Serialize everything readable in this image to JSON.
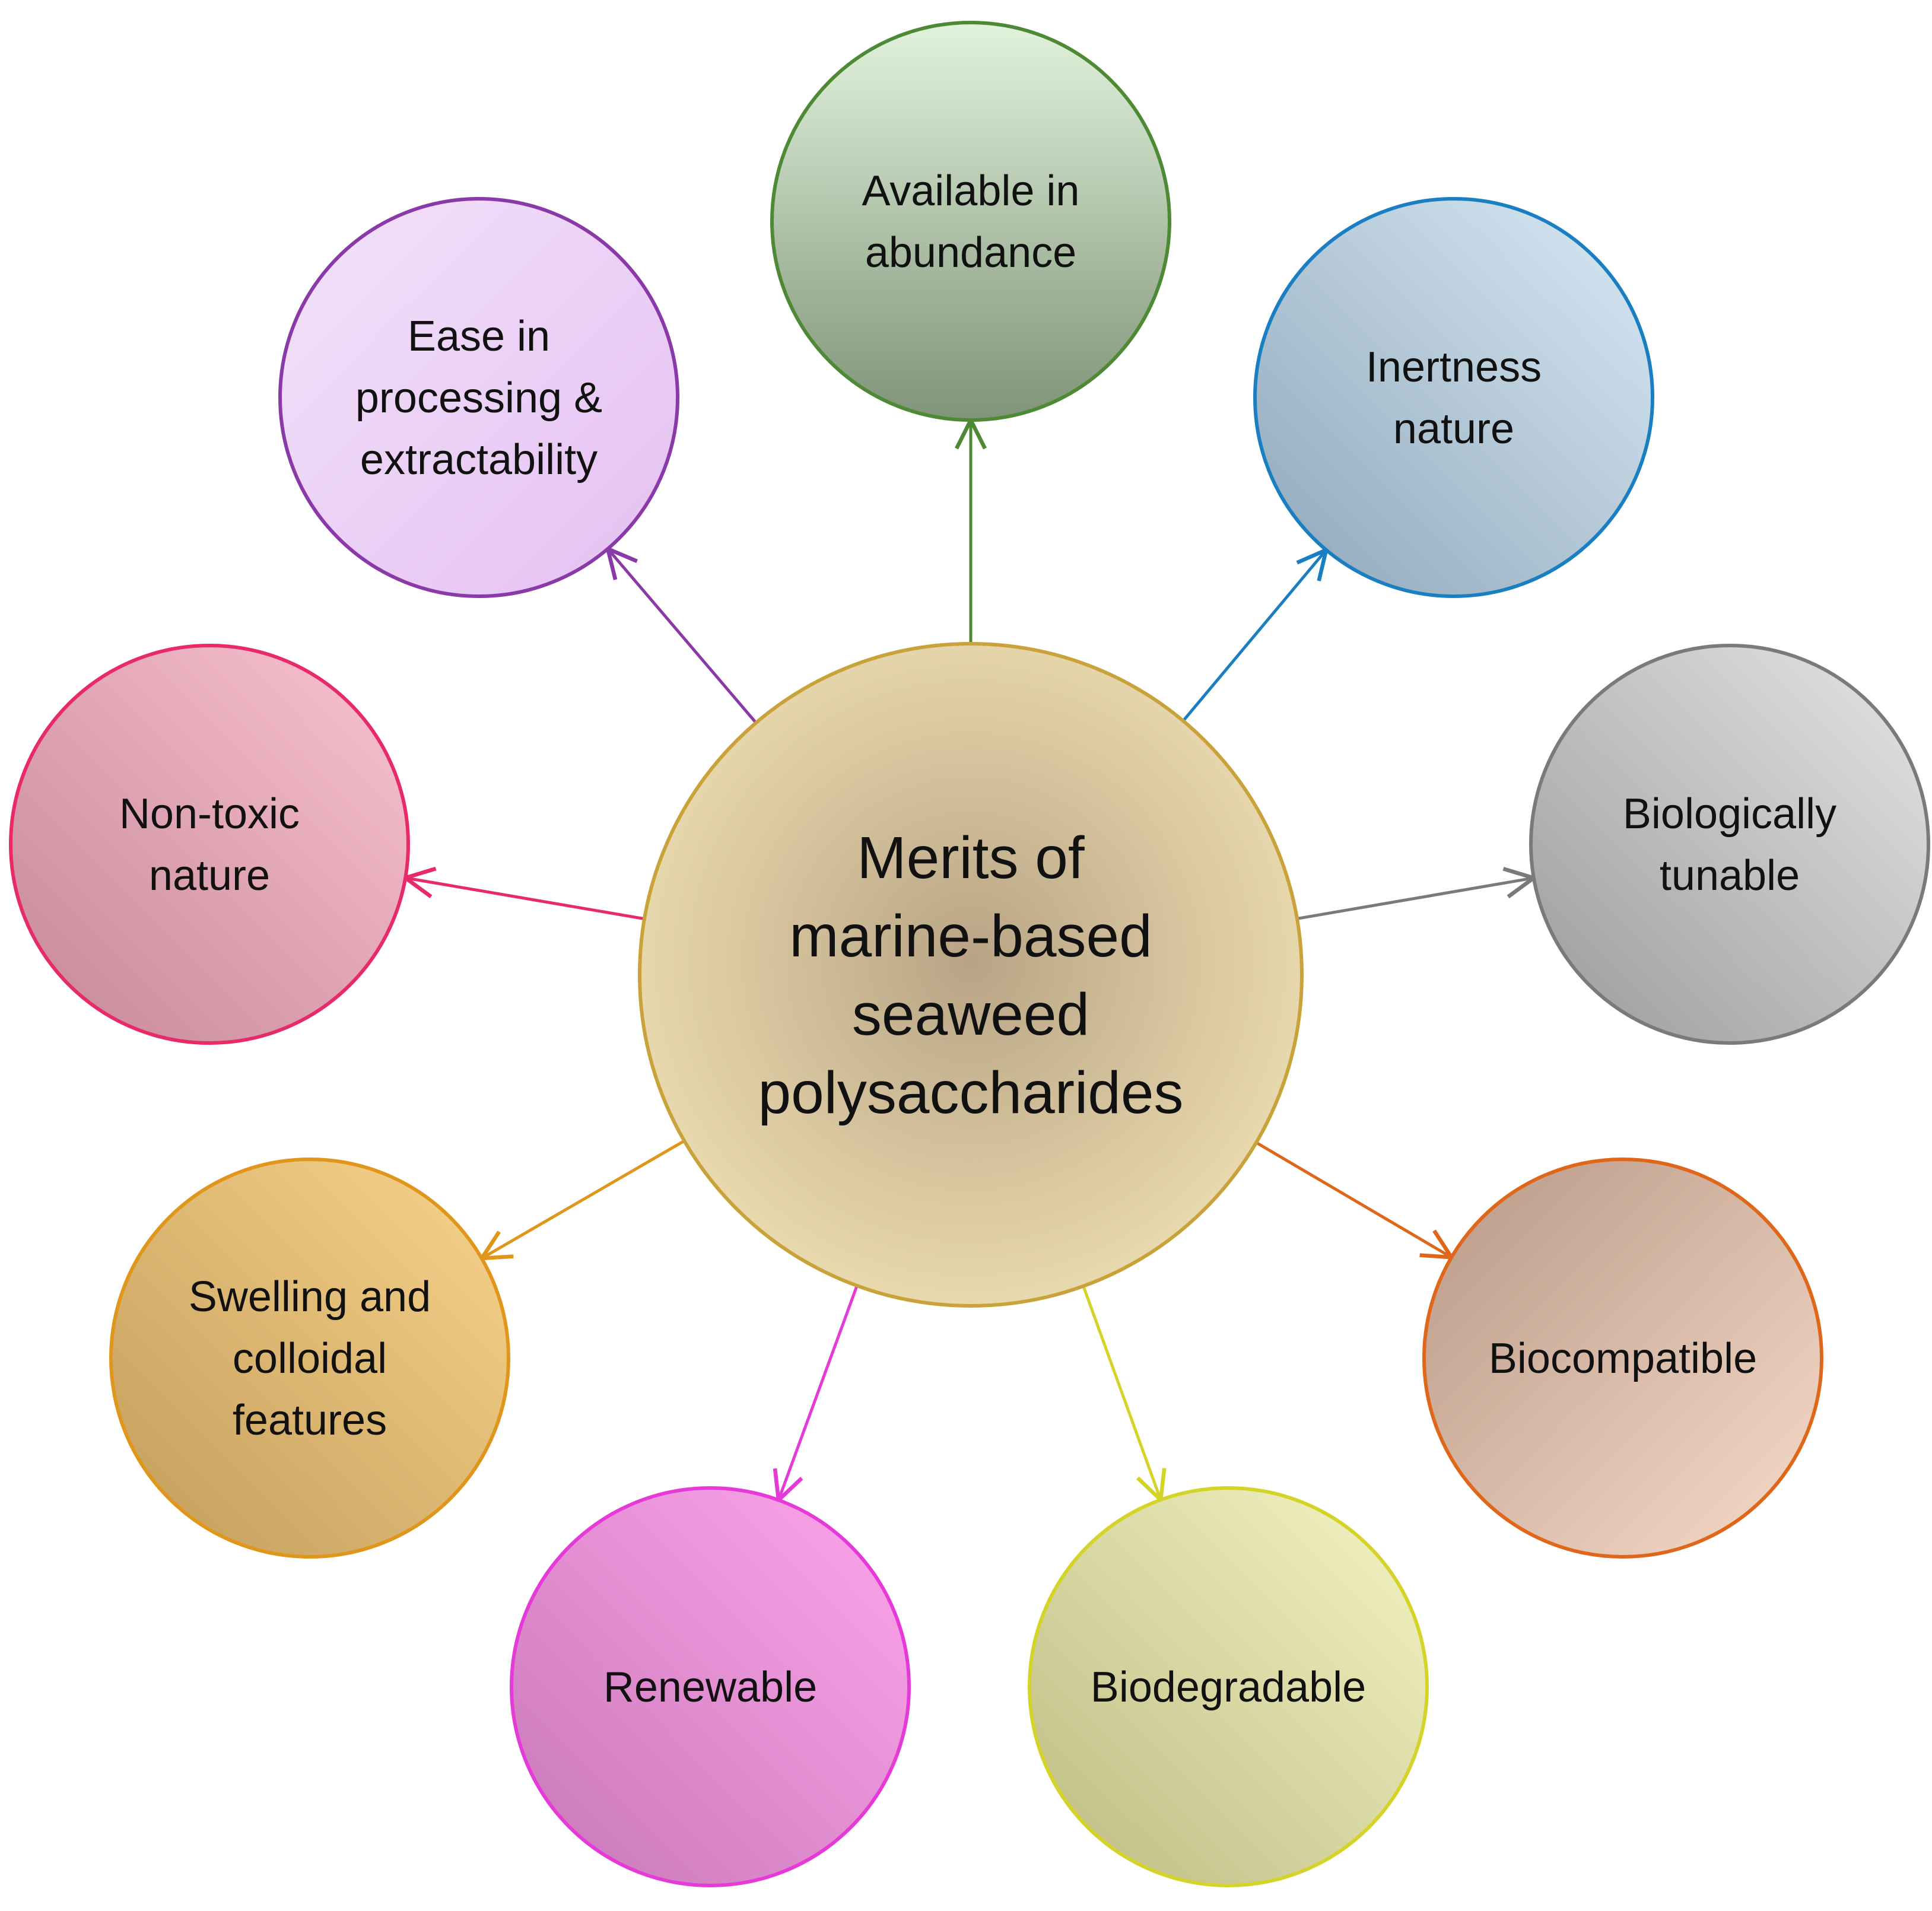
{
  "center": {
    "lines": [
      "Merits of",
      "marine-based",
      "seaweed",
      "polysaccharides"
    ],
    "border_color": "#c9a23a",
    "fill_light": "#ecdcb0",
    "fill_dark": "#b8a485"
  },
  "merits": [
    {
      "id": "available",
      "lines": [
        "Available in",
        "abundance"
      ],
      "border_color": "#4e8a35",
      "fill_a": "#e2f3dc",
      "fill_b": "#7f9478"
    },
    {
      "id": "inertness",
      "lines": [
        "Inertness",
        "nature"
      ],
      "border_color": "#1a7fc2",
      "fill_a": "#8ea6b9",
      "fill_b": "#d9eaf5"
    },
    {
      "id": "biologically-tunable",
      "lines": [
        "Biologically",
        "tunable"
      ],
      "border_color": "#7a7a7a",
      "fill_a": "#9a9a9a",
      "fill_b": "#e6e6e6"
    },
    {
      "id": "biocompatible",
      "lines": [
        "Biocompatible"
      ],
      "border_color": "#e0661a",
      "fill_a": "#b89886",
      "fill_b": "#f7dcc9"
    },
    {
      "id": "biodegradable",
      "lines": [
        "Biodegradable"
      ],
      "border_color": "#d4d428",
      "fill_a": "#bdbb82",
      "fill_b": "#f5f5c5"
    },
    {
      "id": "renewable",
      "lines": [
        "Renewable"
      ],
      "border_color": "#e63ad8",
      "fill_a": "#c677b6",
      "fill_b": "#ffa6ee"
    },
    {
      "id": "swelling",
      "lines": [
        "Swelling and",
        "colloidal",
        "features"
      ],
      "border_color": "#e0961a",
      "fill_a": "#c29c5a",
      "fill_b": "#f8d48c"
    },
    {
      "id": "non-toxic",
      "lines": [
        "Non-toxic",
        "nature"
      ],
      "border_color": "#e82a6a",
      "fill_a": "#c48795",
      "fill_b": "#fbc3d3"
    },
    {
      "id": "ease-processing",
      "lines": [
        "Ease in",
        "processing &",
        "extractability"
      ],
      "border_color": "#8a3aa8",
      "fill_a": "#f3e3fa",
      "fill_b": "#e4bff2"
    }
  ]
}
